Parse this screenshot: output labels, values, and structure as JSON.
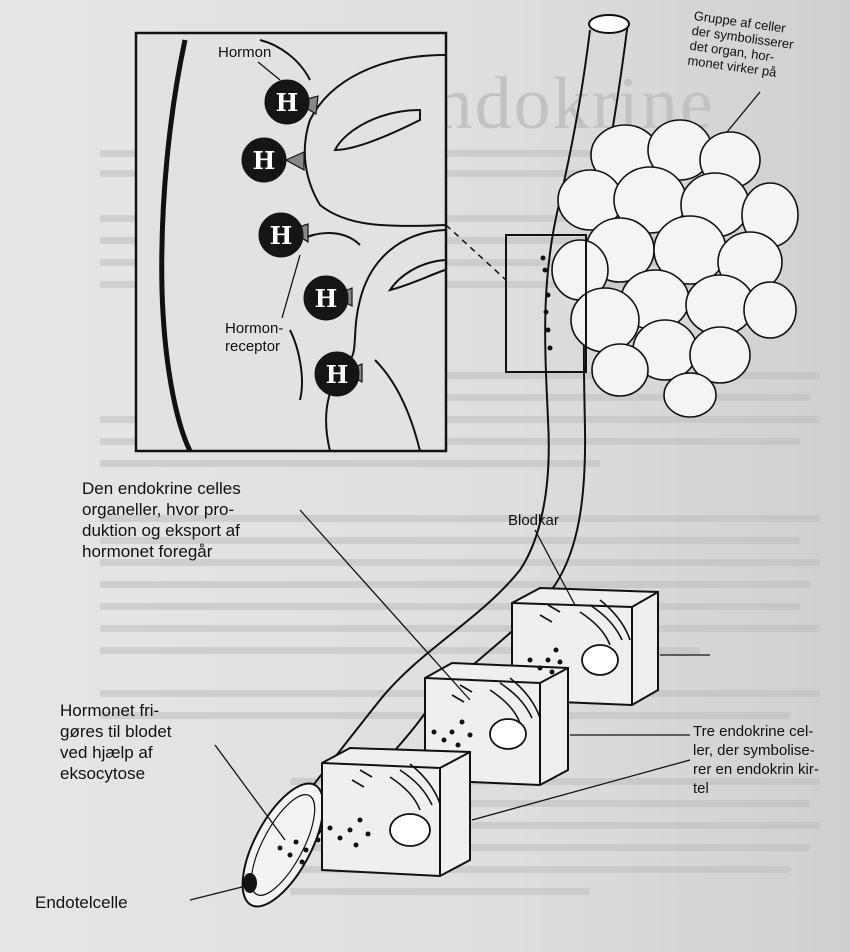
{
  "labels": {
    "hormon": "Hormon",
    "hormonreceptor_line1": "Hormon-",
    "hormonreceptor_line2": "receptor",
    "gruppe_line1": "Gruppe af celler",
    "gruppe_line2": "der symbolisserer",
    "gruppe_line3": "det organ, hor-",
    "gruppe_line4": "monet virker på",
    "organeller_line1": "Den endokrine celles",
    "organeller_line2": "organeller, hvor pro-",
    "organeller_line3": "duktion og eksport af",
    "organeller_line4": "hormonet foregår",
    "blodkar": "Blodkar",
    "hormonet_line1": "Hormonet fri-",
    "hormonet_line2": "gøres til blodet",
    "hormonet_line3": "ved hjælp af",
    "hormonet_line4": "eksocytose",
    "tre_line1": "Tre endokrine cel-",
    "tre_line2": "ler, der symbolise-",
    "tre_line3": "rer en endokrin kir-",
    "tre_line4": "tel",
    "endotelcelle": "Endotelcelle",
    "hormone_symbol": "H"
  },
  "background": {
    "ghost_heading": "De endokrine"
  }
}
